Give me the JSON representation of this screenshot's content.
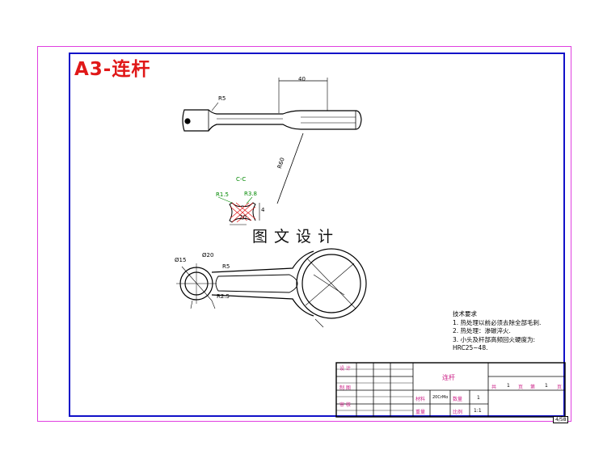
{
  "title": "A3-连杆",
  "watermark": "图文设计",
  "page_number": "4/58",
  "dimensions": {
    "top_length": "40",
    "top_radius": "R5",
    "diag": "R60",
    "section_label": "C-C",
    "section_r15": "R1.5",
    "section_r38": "R3.8",
    "section_width": "20",
    "section_height": "4",
    "bottom_d15": "Ø15",
    "bottom_d20": "Ø20",
    "bottom_r5": "R5",
    "bottom_r25": "R2.5"
  },
  "tech_requirements": {
    "heading": "技术要求",
    "items": [
      "1. 热处理以前必须去除全部毛刺.",
      "2. 热处理：渗碳淬火.",
      "3. 小头及杆部高频回火硬度为:",
      "HRC25~48."
    ]
  },
  "title_block": {
    "design": "设 计",
    "drawing": "制 图",
    "review": "审 核",
    "part_name": "连杆",
    "total_label": "共",
    "total_value": "1",
    "page_unit": "页",
    "sheet_label": "第",
    "sheet_value": "1",
    "sheet_unit": "页",
    "material_label": "材料",
    "material_value": "20CrMo",
    "quantity_label": "数量",
    "quantity_value": "1",
    "weight_label": "重量",
    "scale_label": "比例",
    "scale_value": "1:1"
  }
}
